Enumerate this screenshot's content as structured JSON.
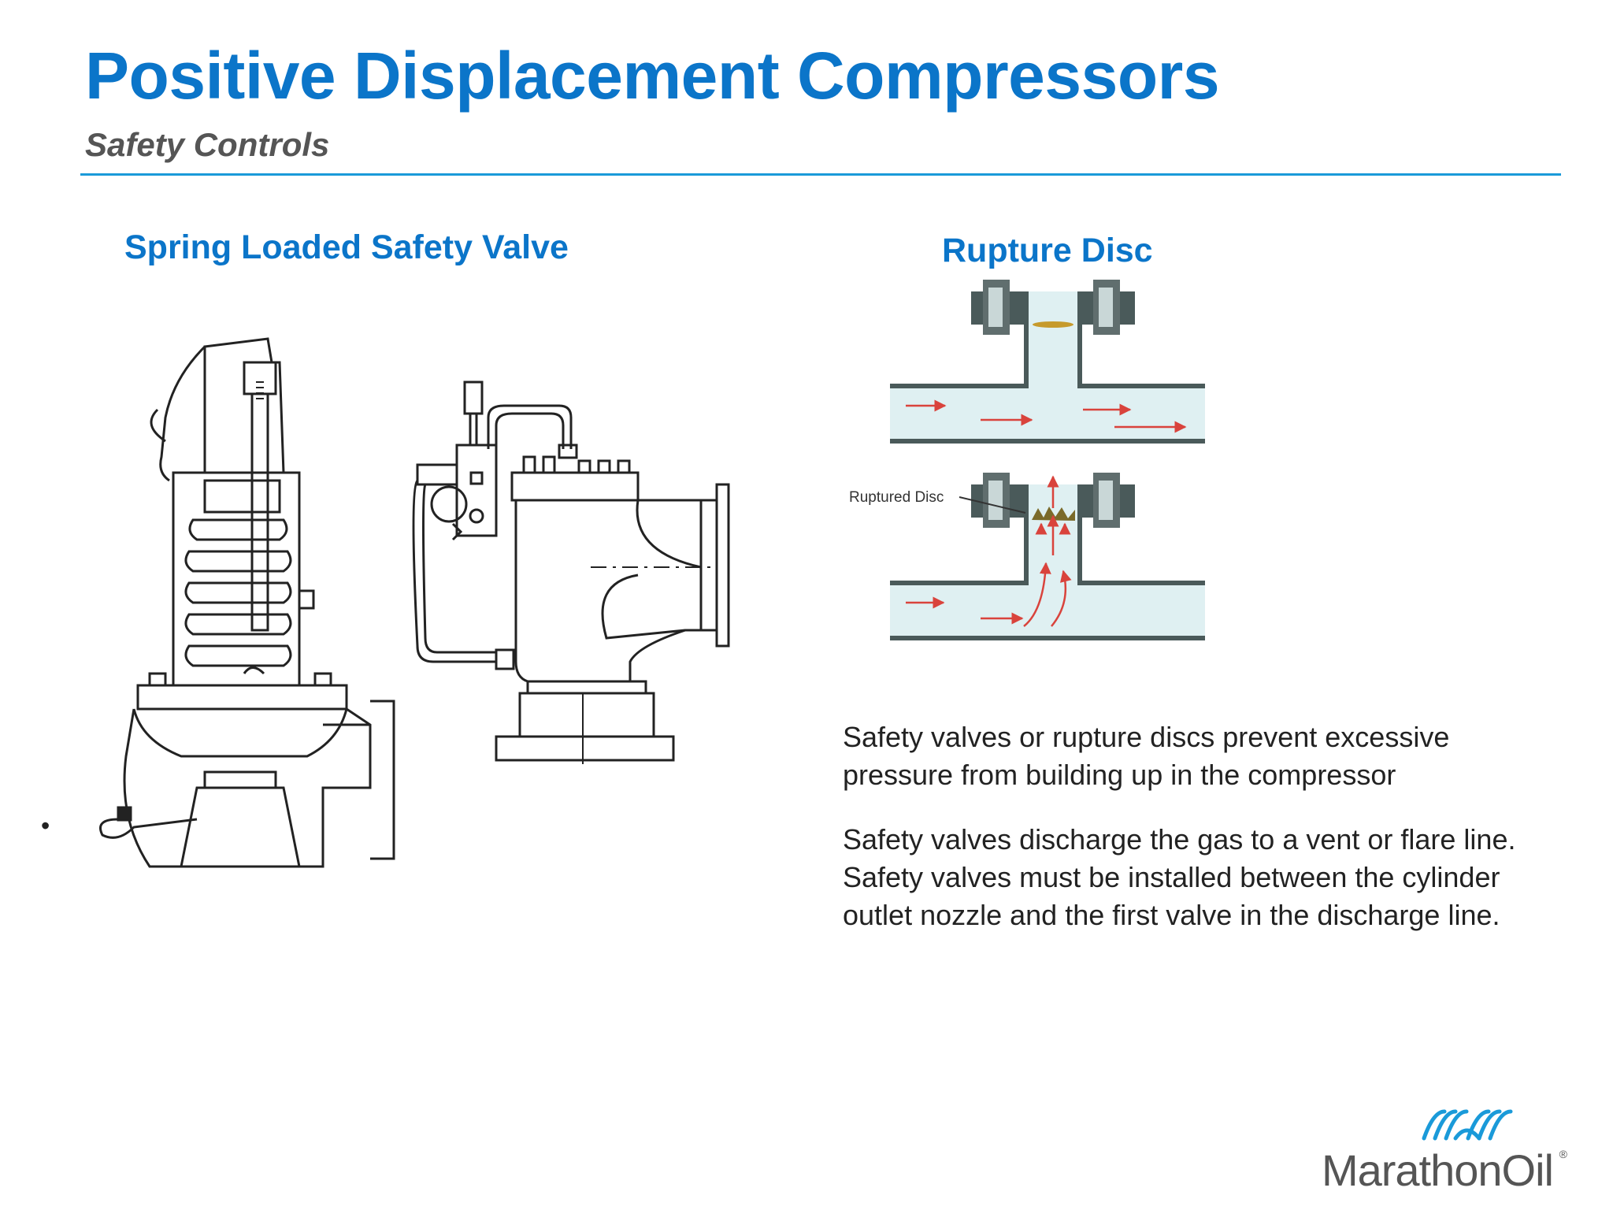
{
  "slide": {
    "title": "Positive Displacement Compressors",
    "subtitle": "Safety Controls",
    "accent_color": "#0b75c9",
    "rule_color": "#1a9ad9"
  },
  "left_panel": {
    "heading": "Spring Loaded Safety Valve",
    "image": "spring-loaded-safety-valve-drawing"
  },
  "right_panel": {
    "heading": "Rupture Disc",
    "image": "rupture-disc-diagram",
    "callout": "Ruptured Disc",
    "fluid_color": "#dff0f2",
    "arrow_color": "#d9433c"
  },
  "body": {
    "bullet_glyph": "•",
    "paragraphs": [
      "Safety valves or rupture discs prevent excessive pressure from building up in the compressor",
      "Safety valves discharge the gas to a vent or flare line.  Safety valves must be installed between the cylinder outlet nozzle and the first valve in the discharge line."
    ]
  },
  "logo": {
    "text": "MarathonOil",
    "registered": "®",
    "color": "#1a9ad9"
  }
}
